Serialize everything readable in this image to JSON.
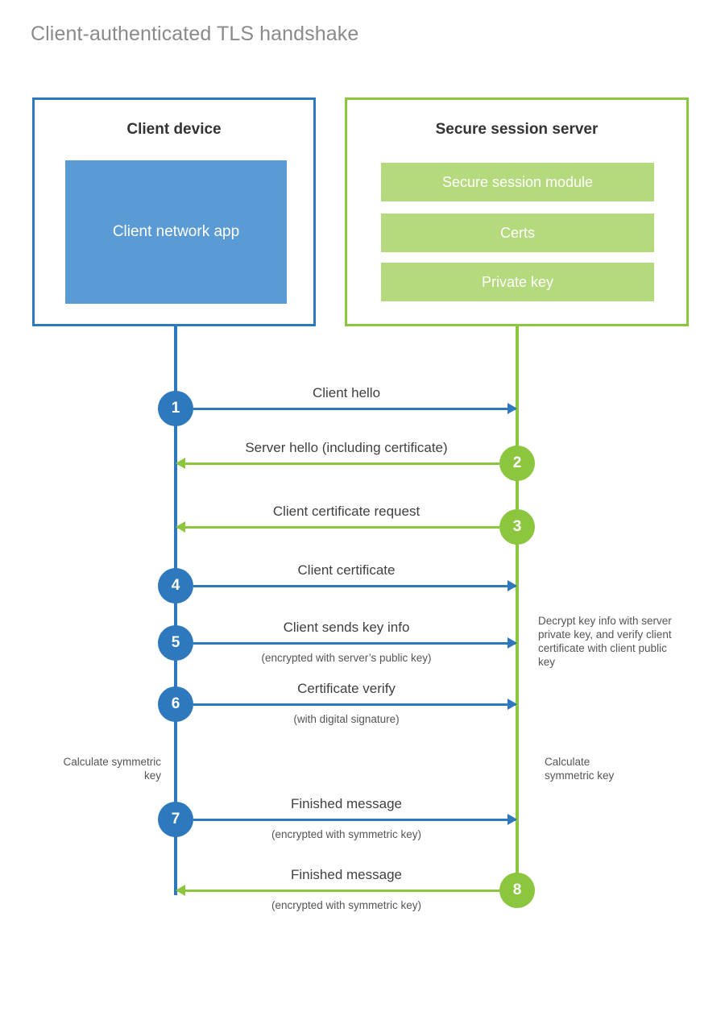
{
  "title": "Client-authenticated TLS handshake",
  "actors": {
    "client": {
      "title": "Client device",
      "app_label": "Client network app",
      "accent": "#2E79BD",
      "fill": "#5B9BD5"
    },
    "server": {
      "title": "Secure session server",
      "accent": "#8CC63E",
      "fill": "#B5DA7E",
      "components": [
        {
          "label": "Secure session module"
        },
        {
          "label": "Certs"
        },
        {
          "label": "Private key"
        }
      ]
    }
  },
  "steps": [
    {
      "number": "1",
      "label": "Client hello",
      "sublabel": "",
      "direction": "client-to-server",
      "side": "client"
    },
    {
      "number": "2",
      "label": "Server hello (including certificate)",
      "sublabel": "",
      "direction": "server-to-client",
      "side": "server"
    },
    {
      "number": "3",
      "label": "Client certificate request",
      "sublabel": "",
      "direction": "server-to-client",
      "side": "server"
    },
    {
      "number": "4",
      "label": "Client certificate",
      "sublabel": "",
      "direction": "client-to-server",
      "side": "client"
    },
    {
      "number": "5",
      "label": "Client sends key info",
      "sublabel": "(encrypted with server’s public key)",
      "direction": "client-to-server",
      "side": "client"
    },
    {
      "number": "6",
      "label": "Certificate verify",
      "sublabel": "(with digital signature)",
      "direction": "client-to-server",
      "side": "client"
    },
    {
      "number": "7",
      "label": "Finished message",
      "sublabel": "(encrypted with symmetric key)",
      "direction": "client-to-server",
      "side": "client"
    },
    {
      "number": "8",
      "label": "Finished message",
      "sublabel": "(encrypted with symmetric key)",
      "direction": "server-to-client",
      "side": "server"
    }
  ],
  "notes": {
    "server_decrypt": "Decrypt key info with server private key, and verify client certificate with client public key",
    "client_calculate": "Calculate symmetric key",
    "server_calculate": "Calculate symmetric key"
  }
}
